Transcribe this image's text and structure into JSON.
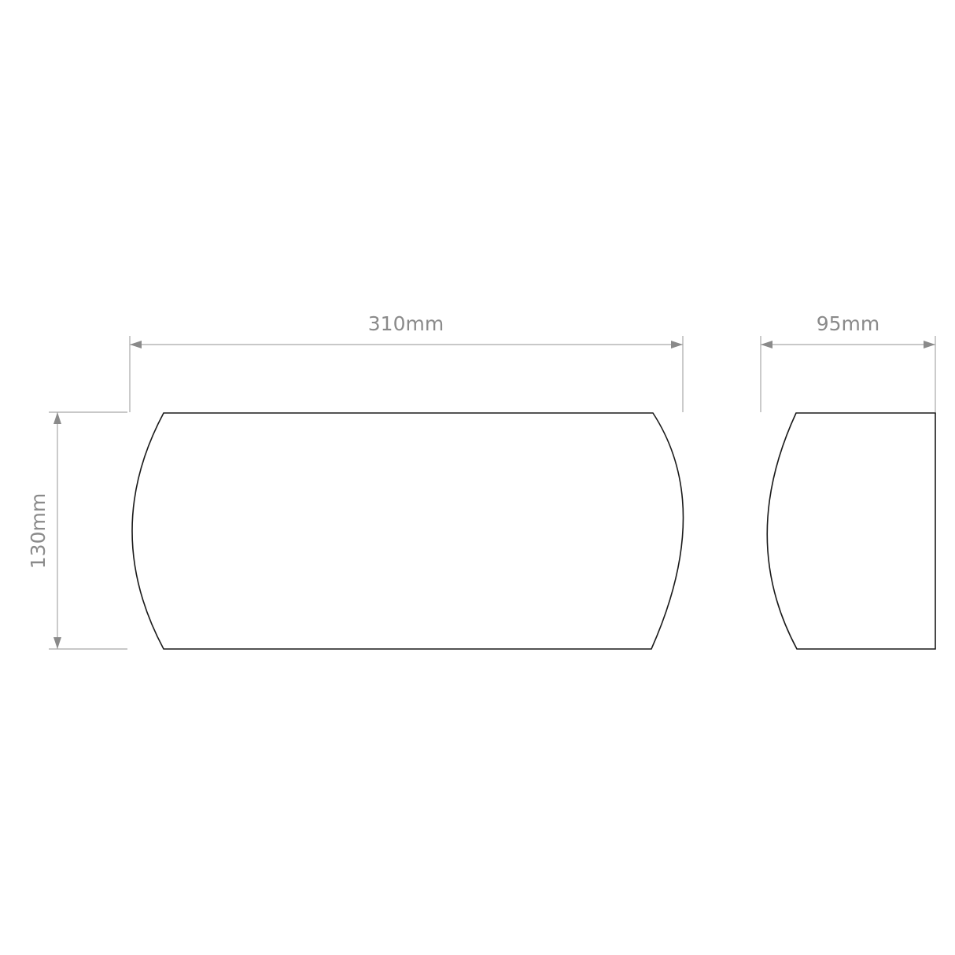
{
  "dimensions": {
    "width": "310mm",
    "depth": "95mm",
    "height": "130mm"
  },
  "colors": {
    "outline": "#1a1a1a",
    "dimension": "#a8a8a8",
    "dimension_text": "#8a8a8a",
    "background": "#ffffff"
  }
}
